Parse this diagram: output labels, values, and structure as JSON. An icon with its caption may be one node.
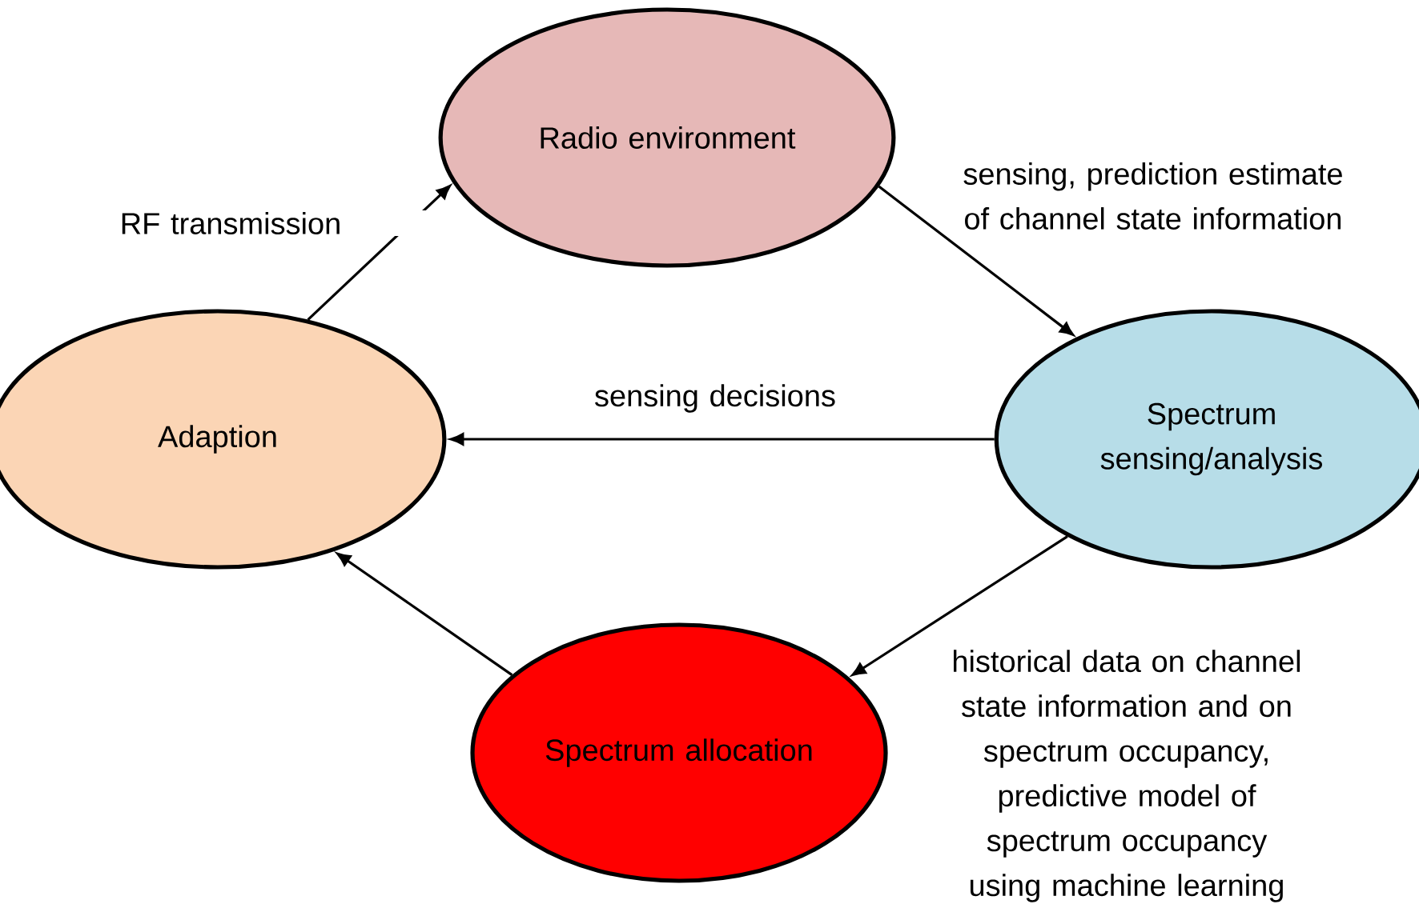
{
  "diagram": {
    "nodes": [
      {
        "text": [
          "Radio environment"
        ]
      },
      {
        "text": [
          "Adaption"
        ]
      },
      {
        "text": [
          "Spectrum sensing/analysis"
        ]
      },
      {
        "text": [
          "Spectrum allocation"
        ]
      }
    ],
    "edges": [
      {
        "from": 1,
        "to": 0,
        "arrow": "to",
        "label": "RF transmission"
      },
      {
        "from": 0,
        "to": 2,
        "arrow": "to",
        "label": "sensing, prediction estimate of channel state information"
      },
      {
        "from": 2,
        "to": 1,
        "arrow": "to",
        "label": "sensing decisions"
      },
      {
        "from": 2,
        "to": 3,
        "arrow": "to",
        "label": "historical data on channel state information and on spectrum occupancy, predictive model of spectrum occupancy using machine learning"
      },
      {
        "from": 3,
        "to": 1,
        "arrow": "to"
      }
    ]
  }
}
